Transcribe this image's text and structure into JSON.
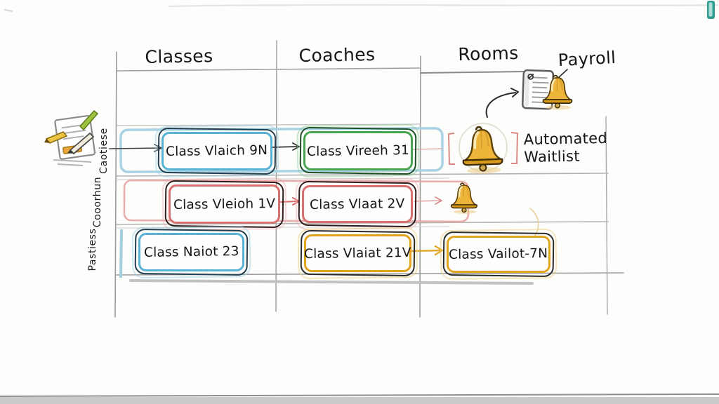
{
  "sketch": {
    "columns": [
      "Classes",
      "Coaches",
      "Rooms",
      "Payroll"
    ],
    "row_labels": [
      "Caotiese",
      "Cooorhun",
      "Pastiess"
    ],
    "boxes": {
      "r1c1": "Class Vlaich 9N",
      "r1c2": "Class Vireeh 31",
      "r2c1": "Class Vleioh 1V",
      "r2c2": "Class Vlaat 2V",
      "r3c1": "Class Naiot 23",
      "r3c2": "Class Vlaiat 21V",
      "r3c3": "Class Vailot-7N"
    },
    "annotations": {
      "waitlist": "Automated Waitlist"
    },
    "icons": {
      "rooms_row1": "bell-icon",
      "rooms_row2": "bell-icon",
      "payroll": "document-with-bell-icon",
      "row1_left": "notepad-with-pencils-icon"
    },
    "colors": {
      "box_blue": "#58b2d4",
      "box_green": "#49a452",
      "box_red": "#d96f6f",
      "box_yellow": "#e2a41f",
      "bell_gold": "#eeb53a",
      "band_blue": "#a9d3e3",
      "band_pink": "#eaabab",
      "grid_grey": "#9b9b9b",
      "teal_mark": "#2f9d91"
    }
  }
}
